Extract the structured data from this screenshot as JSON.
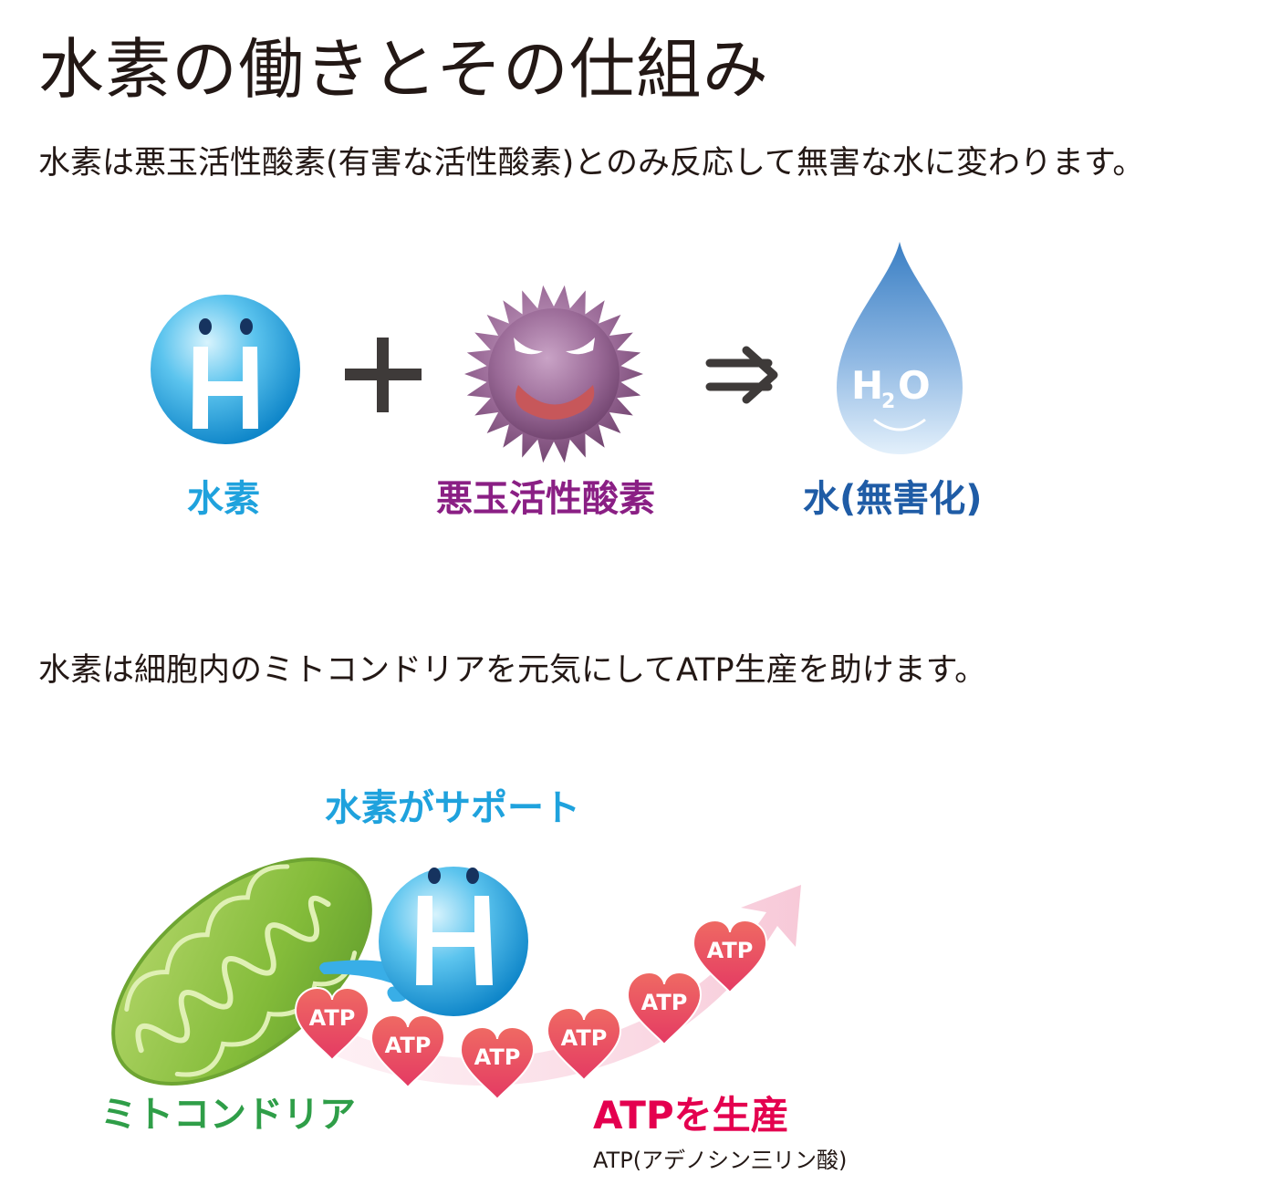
{
  "title": "水素の働きとその仕組み",
  "lead1": "水素は悪玉活性酸素(有害な活性酸素)とのみ反応して無害な水に変わります。",
  "lead2": "水素は細胞内のミトコンドリアを元気にしてATP生産を助けます。",
  "reaction": {
    "hydrogen_label": "水素",
    "bad_oxygen_label": "悪玉活性酸素",
    "water_label": "水(無害化)",
    "plus_symbol": "+",
    "arrow_symbol": "⇒",
    "h_letter": "H",
    "water_formula": {
      "h": "H",
      "sub": "2",
      "o": "O"
    }
  },
  "atp_section": {
    "support_label": "水素がサポート",
    "mitochondria_label": "ミトコンドリア",
    "atp_label": "ATPを生産",
    "atp_sub": "ATP(アデノシン三リン酸)",
    "heart_text": "ATP",
    "h_letter": "H"
  },
  "colors": {
    "hydrogen_blue": "#1fa2dd",
    "bad_purple": "#8a1f84",
    "water_blue": "#1f5ca6",
    "mito_green": "#2f9e48",
    "atp_red": "#e4004f",
    "heart": "#e94b58",
    "arrow_pink": "#f7c9d8"
  }
}
